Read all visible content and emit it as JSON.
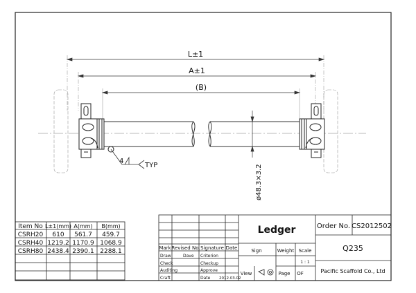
{
  "dimensions": {
    "overall_length": "L±1",
    "axis_length": "A±1",
    "tube_length": "(B)",
    "tube_section": "ø48.3×3.2",
    "weld_callout_number": "4",
    "weld_callout_type": "TYP"
  },
  "item_table": {
    "headers": [
      "Item No",
      "L±1(mm)",
      "A(mm)",
      "B(mm)"
    ],
    "rows": [
      [
        "CSRH20",
        "610",
        "561.7",
        "459.7"
      ],
      [
        "CSRH40",
        "1219.2",
        "1170.9",
        "1068.9"
      ],
      [
        "CSRH80",
        "2438.4",
        "2390.1",
        "2288.1"
      ]
    ]
  },
  "title_block": {
    "part_name": "Ledger",
    "order_label": "Order No.",
    "order_no": "CS2012502",
    "material": "Q235",
    "company": "Pacific Scaffold Co., Ltd",
    "revision_headers": [
      "Mark",
      "Revised No.",
      "Signature",
      "Date"
    ],
    "sign_label": "Sign",
    "weight_label": "Weight",
    "scale_label": "Scale",
    "scale_value": "1 : 1",
    "rows": [
      {
        "a": "Draw",
        "b": "Dave",
        "c": "Criterion"
      },
      {
        "a": "Check",
        "b": "",
        "c": "Checkup"
      },
      {
        "a": "Auditing",
        "b": "",
        "c": "Approve"
      },
      {
        "a": "Craft",
        "b": "",
        "c": "Date",
        "d": "2012.03.02"
      }
    ],
    "view_label": "View",
    "page_label": "Page",
    "of_label": "OF"
  }
}
